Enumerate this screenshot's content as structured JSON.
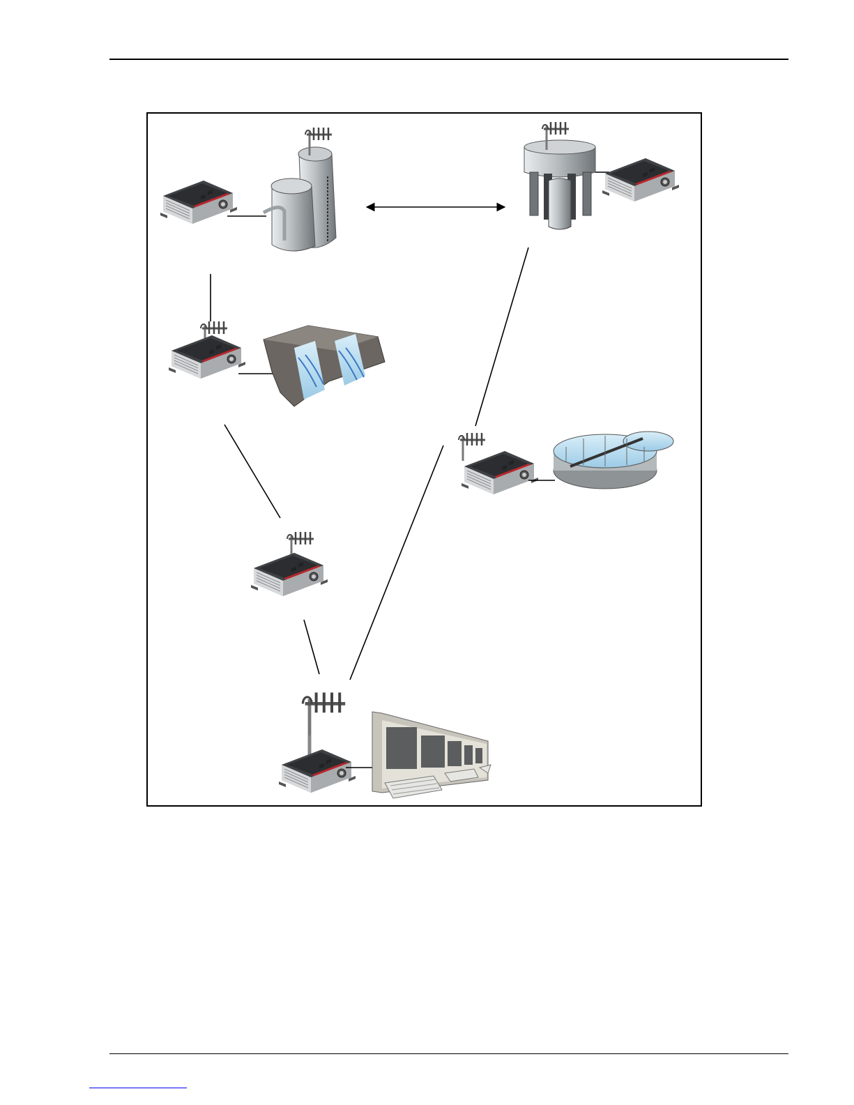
{
  "page": {
    "header_rule": true,
    "footer_rule": true,
    "footer_link": ""
  },
  "diagram": {
    "nodes": [
      {
        "id": "silo-station",
        "kind": "storage-silos",
        "icon": "silo-icon",
        "has_antenna": true
      },
      {
        "id": "water-tower-station",
        "kind": "water-tower",
        "icon": "water-tower-icon",
        "has_antenna": true
      },
      {
        "id": "channel-station",
        "kind": "open-channel-weir",
        "icon": "weir-channel-icon",
        "has_antenna": true
      },
      {
        "id": "clarifier-station",
        "kind": "clarifier-basin",
        "icon": "clarifier-icon",
        "has_antenna": true
      },
      {
        "id": "repeater-station",
        "kind": "radio-repeater",
        "icon": "radio-modem-icon",
        "has_antenna": true
      },
      {
        "id": "control-station",
        "kind": "scada-workstation",
        "icon": "scada-console-icon",
        "has_antenna": true
      }
    ],
    "links": [
      {
        "from": "silo-station",
        "to": "water-tower-station",
        "style": "double-arrow"
      },
      {
        "from": "silo-station",
        "to": "channel-station",
        "style": "line"
      },
      {
        "from": "channel-station",
        "to": "repeater-station",
        "style": "line"
      },
      {
        "from": "repeater-station",
        "to": "control-station",
        "style": "line"
      },
      {
        "from": "water-tower-station",
        "to": "clarifier-station",
        "style": "line"
      },
      {
        "from": "clarifier-station",
        "to": "control-station",
        "style": "line"
      }
    ],
    "colors": {
      "modem_body": "#5a5a5a",
      "modem_accent": "#b8262c",
      "structure_grey": "#9ea3a6",
      "water_blue": "#bfe0f2",
      "line": "#000000"
    }
  }
}
